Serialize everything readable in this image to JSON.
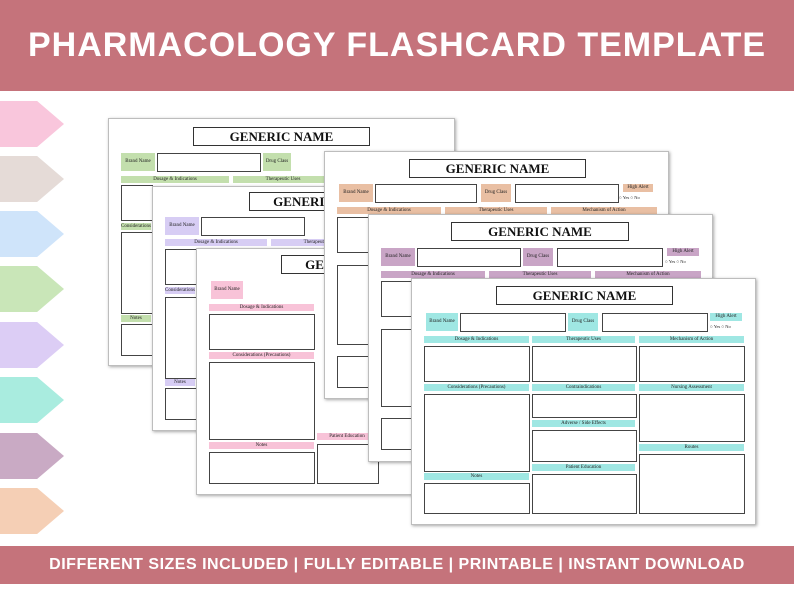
{
  "header": {
    "title": "PHARMACOLOGY FLASHCARD TEMPLATE"
  },
  "footer": {
    "tagline": "DIFFERENT SIZES INCLUDED | FULLY EDITABLE | PRINTABLE | INSTANT DOWNLOAD"
  },
  "tab_colors": [
    "#f9c6dc",
    "#e5dbd7",
    "#cfe4fa",
    "#c9e6b8",
    "#dccdf5",
    "#a9ecdf",
    "#c9aac4",
    "#f5cfb5"
  ],
  "themes": {
    "green": "#c3dfad",
    "purple": "#d7cdf4",
    "pink": "#f8c3d8",
    "peach": "#e9bfa3",
    "mauve": "#c9a5c6",
    "cyan": "#9fe7e3"
  },
  "card": {
    "title": "GENERIC NAME",
    "brand_label": "Brand Name",
    "drug_label": "Drug Class",
    "high_alert": "High Alert",
    "yes": "Yes",
    "no": "No",
    "dosage": "Dosage & Indications",
    "therapeutic": "Therapeutic Uses",
    "mechanism": "Mechanism of Action",
    "considerations": "Considerations (Precautions)",
    "contraindications": "Contraindications",
    "nursing": "Nursing Assessment",
    "adverse": "Adverse / Side Effects",
    "patient_education": "Patient Education",
    "routes": "Routes",
    "notes": "Notes"
  }
}
